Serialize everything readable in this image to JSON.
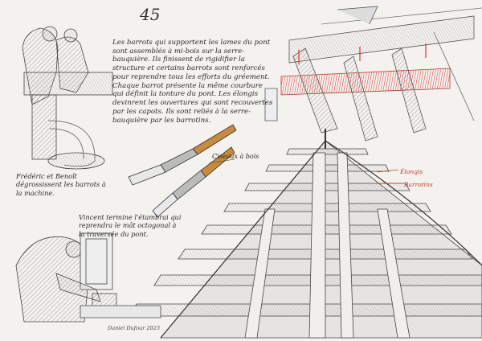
{
  "page_number": "45",
  "main_text": "Les barrots qui supportent les lames du pont sont assemblés à mi-bois sur la serre-bauquière. Ils finissent de rigidifier la structure et certains barrots sont renforcés pour reprendre tous les efforts du gréement. Chaque barrot présente la même courbure qui définit la tonture du pont. Les élongis devinrent les ouvertures qui sont recouvertes par les capots. Ils sont reliés à la serre-bauquière par les barrotins.",
  "caption_left": "Frédéric et Benoît dégrossissent les barrots à la machine.",
  "caption_bottom": "Vincent termine l'étambrai qui reprendra le mât octogonal à la traversée du pont.",
  "caption_tools": "Ciseaux à bois",
  "label_elonges": "Élongis",
  "label_barrotins": "Barrotins",
  "signature": "Daniel Dufour 2023",
  "colors": {
    "ink": "#2a2a2a",
    "highlight": "#c0392b",
    "paper": "#f4f2ee"
  }
}
